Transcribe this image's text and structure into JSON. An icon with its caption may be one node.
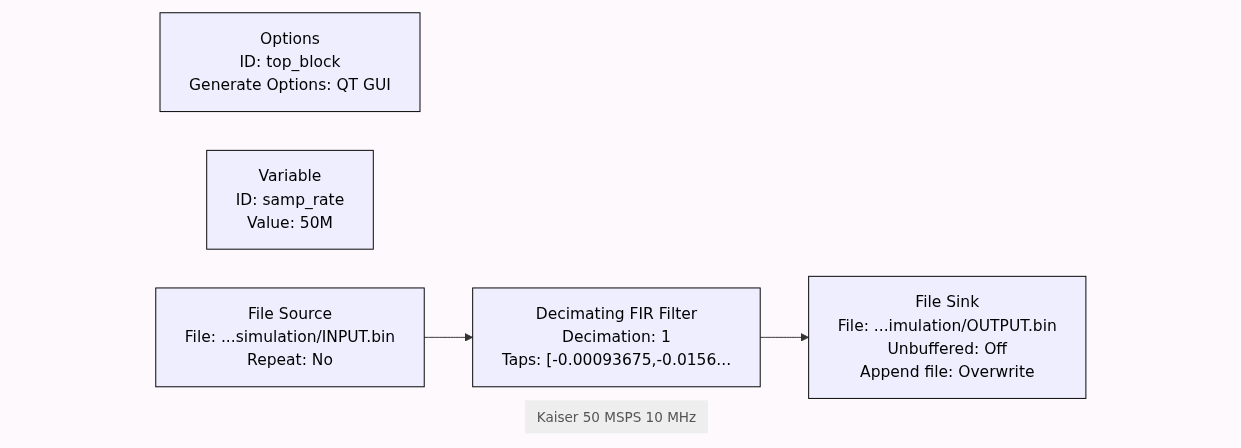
{
  "diagram": {
    "nodes": [
      {
        "text": [
          "Options",
          "ID: top_block",
          "Generate Options: QT GUI"
        ]
      },
      {
        "text": [
          "Variable",
          "ID: samp_rate",
          "Value: 50M"
        ]
      },
      {
        "text": [
          "File Source",
          "File: ...simulation/INPUT.bin",
          "Repeat: No"
        ]
      },
      {
        "text": [
          "Decimating FIR Filter",
          "Decimation: 1",
          "Taps: [-0.00093675,-0.0156..."
        ],
        "beside": [
          "Kaiser 50 MSPS 10 MHz"
        ]
      },
      {
        "text": [
          "File Sink",
          "File: ...imulation/OUTPUT.bin",
          "Unbuffered: Off",
          "Append file: Overwrite"
        ]
      }
    ],
    "edges": [
      {
        "from": 2,
        "to": 3,
        "arrow": "to"
      },
      {
        "from": 3,
        "to": 4,
        "arrow": "to"
      }
    ]
  }
}
